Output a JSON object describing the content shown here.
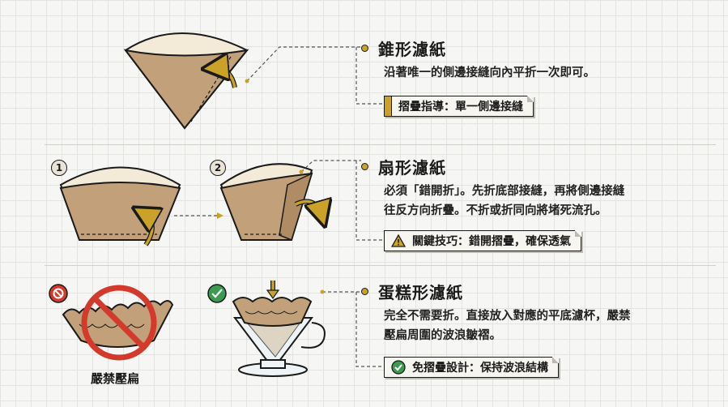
{
  "sections": [
    {
      "title": "錐形濾紙",
      "desc_lines": [
        "沿著唯一的側邊接縫向內平折一次即可。"
      ],
      "tip": "摺疊指導：單一側邊接縫"
    },
    {
      "title": "扇形濾紙",
      "desc_lines": [
        "必須「錯開折」。先折底部接縫，再將側邊接縫",
        "往反方向折疊。不折或折同向將堵死流孔。"
      ],
      "tip": "關鍵技巧：錯開摺疊，確保透氣"
    },
    {
      "title": "蛋糕形濾紙",
      "desc_lines": [
        "完全不需要折。直接放入對應的平底濾杯，嚴禁",
        "壓扁周圍的波浪皺褶。"
      ],
      "tip": "免摺疊設計：保持波浪結構"
    }
  ],
  "step_numbers": [
    "1",
    "2"
  ],
  "ban_label": "嚴禁壓扁",
  "colors": {
    "accent": "#c9a227",
    "paper": "#c2a07a",
    "no": "#d33a2c",
    "ok": "#3a9a52"
  }
}
